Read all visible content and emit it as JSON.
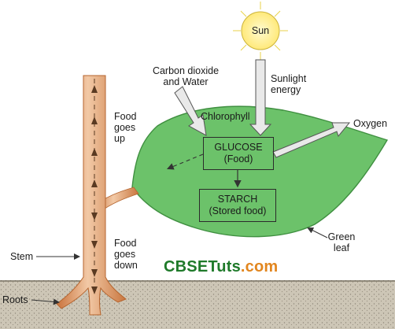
{
  "labels": {
    "sun": "Sun",
    "carbon_dioxide_water": "Carbon dioxide\nand Water",
    "sunlight_energy": "Sunlight\nenergy",
    "chlorophyll": "Chlorophyll",
    "oxygen": "Oxygen",
    "food_goes_up": "Food\ngoes\nup",
    "food_goes_down": "Food\ngoes\ndown",
    "stem": "Stem",
    "roots": "Roots",
    "green_leaf": "Green\nleaf"
  },
  "boxes": {
    "glucose_title": "GLUCOSE",
    "glucose_sub": "(Food)",
    "starch_title": "STARCH",
    "starch_sub": "(Stored food)"
  },
  "brand": {
    "part1": "CBSE",
    "part2": "Tuts",
    "part3": ".com"
  },
  "colors": {
    "leaf": "#6cc26a",
    "leaf_dark": "#3f8f40",
    "stem": "#d98a57",
    "stem_light": "#f0c7a2",
    "sun": "#fff3a0",
    "ground": "#c9c2b2",
    "brand_green": "#1f7a2a",
    "brand_orange": "#e2861f"
  }
}
